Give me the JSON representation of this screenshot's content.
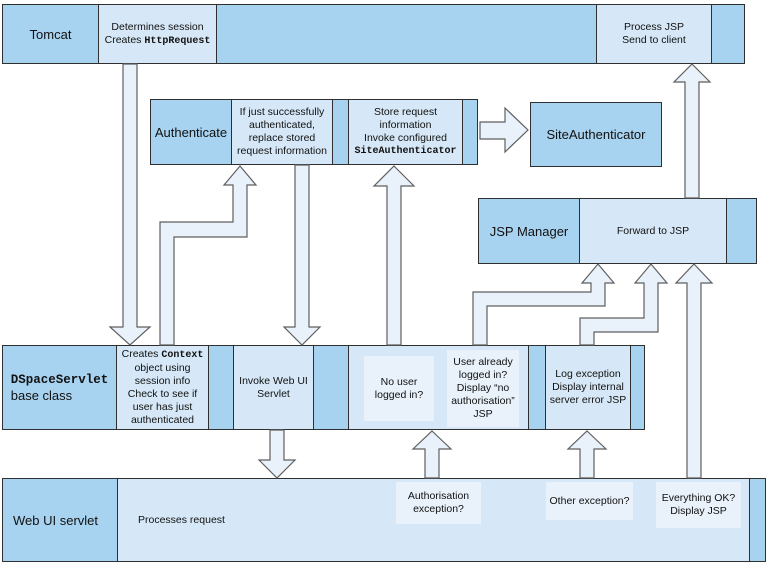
{
  "colors": {
    "dark": "#a8d3f0",
    "light": "#d6e8f7",
    "lighter": "#e9f2fb",
    "arrow_fill": "#e9f1fa",
    "arrow_border": "#5f5f5f",
    "border": "#2f2f2f"
  },
  "tomcat_row": {
    "label": "Tomcat",
    "determines_line1": "Determines session",
    "determines_line2_prefix": "Creates ",
    "determines_line2_code": "HttpRequest",
    "process": "Process JSP\nSend to client"
  },
  "authenticate_row": {
    "label": "Authenticate",
    "if_just": "If just successfully\nauthenticated,\nreplace stored\nrequest information",
    "store_line1": "Store request information",
    "store_line2": "Invoke configured",
    "store_line3_code": "SiteAuthenticator"
  },
  "site_authenticator": {
    "label": "SiteAuthenticator"
  },
  "jsp_manager_row": {
    "label": "JSP Manager",
    "forward": "Forward to JSP"
  },
  "dspace_row": {
    "label_code": "DSpaceServlet",
    "label_rest": "base class",
    "creates_line1_prefix": "Creates ",
    "creates_line1_code": "Context",
    "creates_rest": "object using\nsession info\nCheck to see if\nuser has just\nauthenticated",
    "invoke": "Invoke Web UI\nServlet",
    "no_user": "No user\nlogged in?",
    "user_already": "User already\nlogged in?\nDisplay “no\nauthorisation”\nJSP",
    "log_exception": "Log exception\nDisplay internal\nserver error JSP"
  },
  "webui_row": {
    "label": "Web UI servlet",
    "processes": "Processes request",
    "auth_exception": "Authorisation\nexception?",
    "other_exception": "Other exception?",
    "everything_ok": "Everything OK?\nDisplay JSP"
  }
}
